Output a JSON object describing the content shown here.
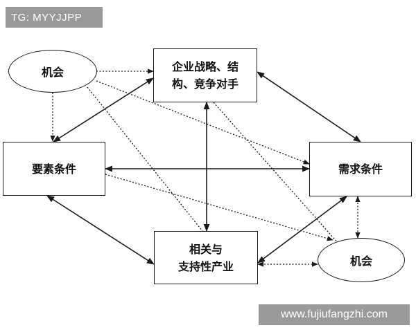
{
  "watermark_top": "TG: MYYJJPP",
  "watermark_bottom": "www.fujiufangzhi.com",
  "nodes": {
    "strategy": {
      "line1": "企业战略、结",
      "line2": "构、竞争对手"
    },
    "factor": {
      "label": "要素条件"
    },
    "demand": {
      "label": "需求条件"
    },
    "related": {
      "line1": "相关与",
      "line2": "支持性产业"
    },
    "chance_top": {
      "label": "机会"
    },
    "chance_bottom": {
      "label": "机会"
    }
  },
  "colors": {
    "line": "#1a1a1a",
    "watermark_bg": "#9a9a9a"
  }
}
